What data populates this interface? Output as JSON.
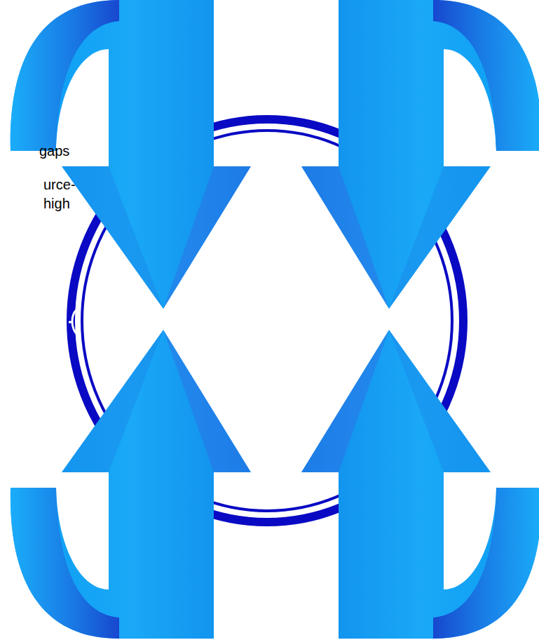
{
  "diagram": {
    "labels": [
      "gaps",
      "urce-",
      "high"
    ]
  }
}
